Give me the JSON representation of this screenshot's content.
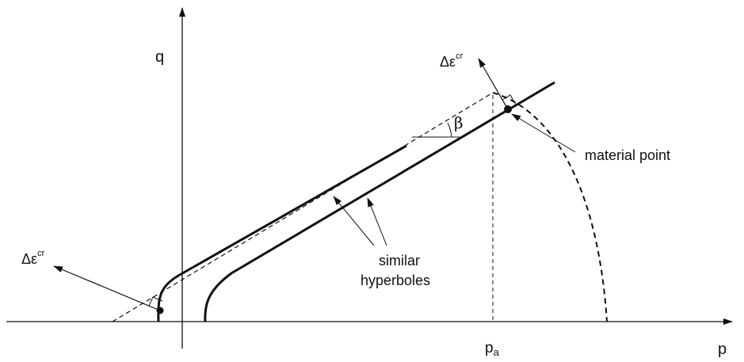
{
  "axes": {
    "x_label": "p",
    "y_label": "q"
  },
  "tick": {
    "pa_main": "p",
    "pa_sub": "a"
  },
  "angle": {
    "symbol": "β"
  },
  "strain_labels": {
    "top_main": "Δε",
    "top_sup": "cr",
    "left_main": "Δε",
    "left_sup": "cr"
  },
  "annotations": {
    "material_point": "material point",
    "similar_line1": "similar",
    "similar_line2": "hyperboles"
  }
}
